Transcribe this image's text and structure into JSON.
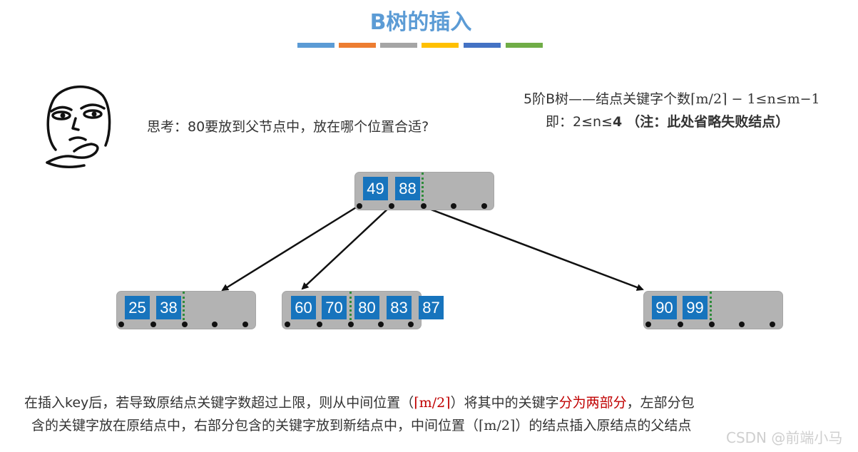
{
  "title": "B树的插入",
  "colors": [
    "#5b9bd5",
    "#ed7d31",
    "#a5a5a5",
    "#ffc000",
    "#4472c4",
    "#70ad47"
  ],
  "thinking": "思考：80要放到父节点中，放在哪个位置合适?",
  "rule": {
    "line1_prefix": "5阶B树——结点关键字个数",
    "line1_formula": "⌈m/2⌉ − 1≤n≤m−1",
    "line2_prefix": "即：2≤n≤",
    "line2_value": "4",
    "line2_note": "（注：此处省略失败结点）"
  },
  "tree": {
    "root": {
      "keys": [
        "49",
        "88"
      ]
    },
    "left": {
      "keys": [
        "25",
        "38"
      ]
    },
    "middle": {
      "keys": [
        "60",
        "70",
        "80",
        "83"
      ],
      "overflow": "87"
    },
    "right": {
      "keys": [
        "90",
        "99"
      ]
    }
  },
  "description": {
    "l1_a": "在插入key后，若导致原结点关键字数超过上限，则从中间位置（",
    "l1_f": "⌈m/2⌉",
    "l1_b": "）将其中的关键字",
    "l1_red": "分为两部分",
    "l1_c": "，左部分包",
    "l2_a": "含的关键字放在原结点中，右部分包含的关键字放到新结点中，中间位置（",
    "l2_f": "⌈m/2⌉",
    "l2_b": "）的结点插入原结点的父结点"
  },
  "watermark": "CSDN @前端小马",
  "icons": [
    "thinking-face-icon"
  ]
}
